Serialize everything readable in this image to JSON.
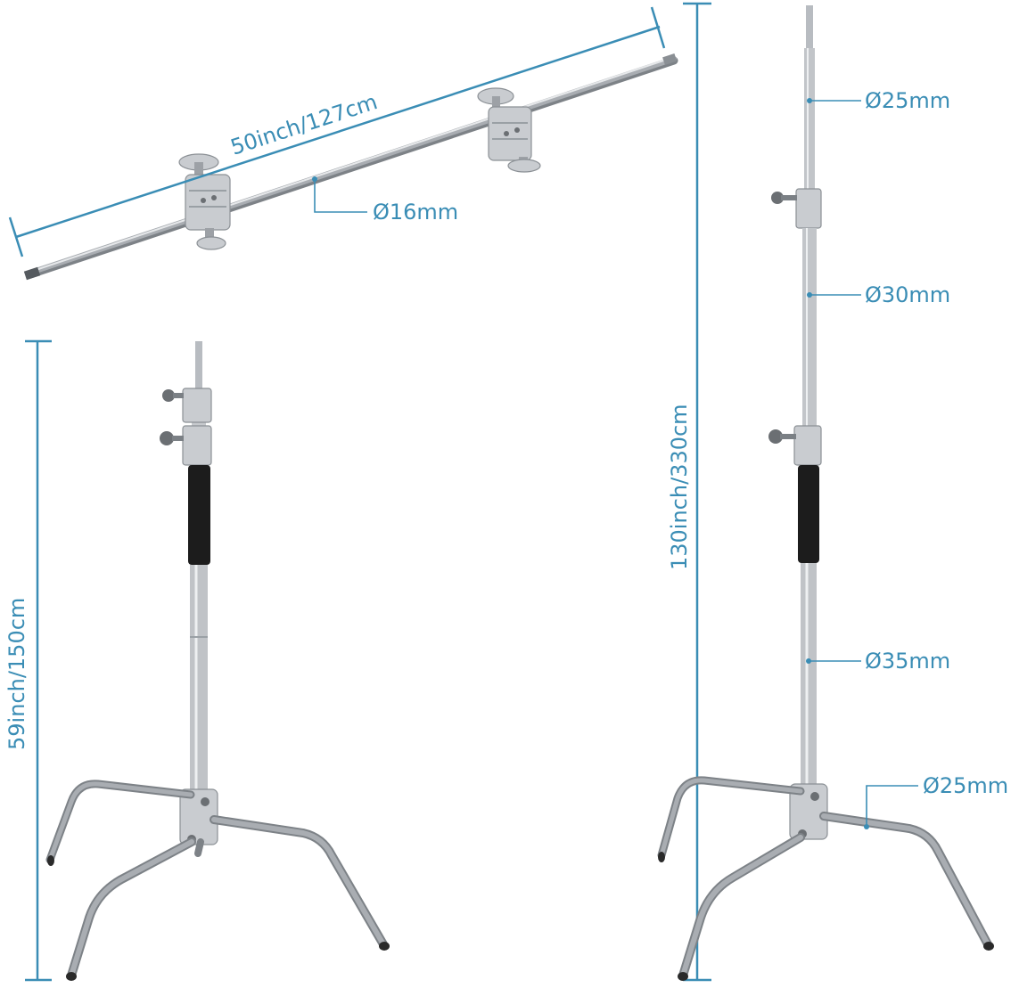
{
  "labels": {
    "arm_length": "50inch/127cm",
    "arm_diameter": "Ø16mm",
    "small_height": "59inch/150cm",
    "large_height": "130inch/330cm",
    "top_section_diameter": "Ø25mm",
    "middle_section_diameter": "Ø30mm",
    "bottom_section_diameter": "Ø35mm",
    "leg_diameter": "Ø25mm"
  },
  "colors": {
    "dimension": "#3a8db5",
    "chrome": "#a9adb2",
    "grip": "#1c1c1c"
  },
  "icons": [
    "grip-head-clamp",
    "locking-knob",
    "turtle-base"
  ]
}
